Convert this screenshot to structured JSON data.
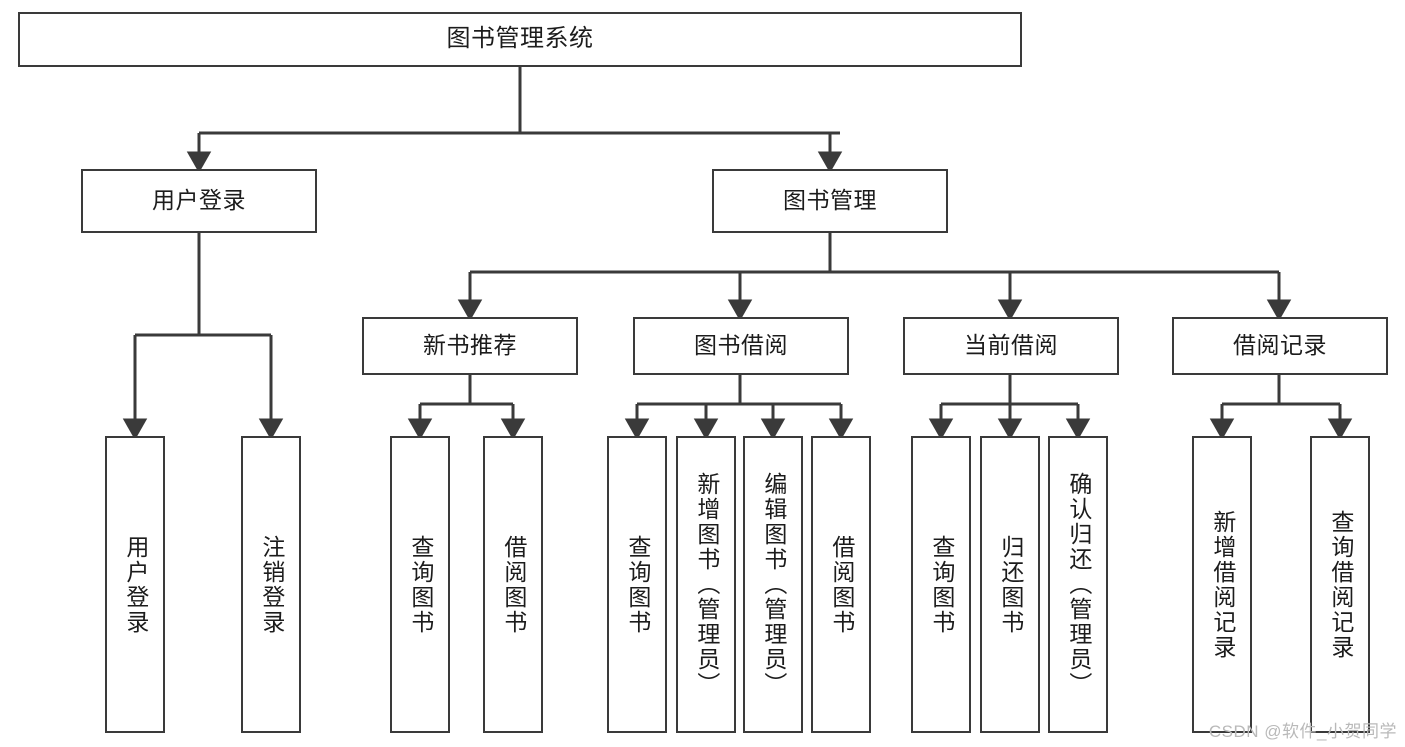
{
  "diagram": {
    "title": "图书管理系统",
    "watermark": "CSDN @软件_小贺同学",
    "line_color": "#3a3a3a",
    "box_fill": "#ffffff",
    "text_color": "#1c1c1c",
    "levels": {
      "root": {
        "label": "图书管理系统"
      },
      "level2": [
        {
          "label": "用户登录"
        },
        {
          "label": "图书管理"
        }
      ],
      "level3": [
        {
          "label": "新书推荐"
        },
        {
          "label": "图书借阅"
        },
        {
          "label": "当前借阅"
        },
        {
          "label": "借阅记录"
        }
      ],
      "leaves": {
        "user_login": [
          {
            "label": "用户登录"
          },
          {
            "label": "注销登录"
          }
        ],
        "new_book_recommend": [
          {
            "label": "查询图书"
          },
          {
            "label": "借阅图书"
          }
        ],
        "book_borrow": [
          {
            "label": "查询图书"
          },
          {
            "label": "新增图书（管理员）"
          },
          {
            "label": "编辑图书（管理员）"
          },
          {
            "label": "借阅图书"
          }
        ],
        "current_borrow": [
          {
            "label": "查询图书"
          },
          {
            "label": "归还图书"
          },
          {
            "label": "确认归还（管理员）"
          }
        ],
        "borrow_record": [
          {
            "label": "新增借阅记录"
          },
          {
            "label": "查询借阅记录"
          }
        ]
      }
    }
  }
}
